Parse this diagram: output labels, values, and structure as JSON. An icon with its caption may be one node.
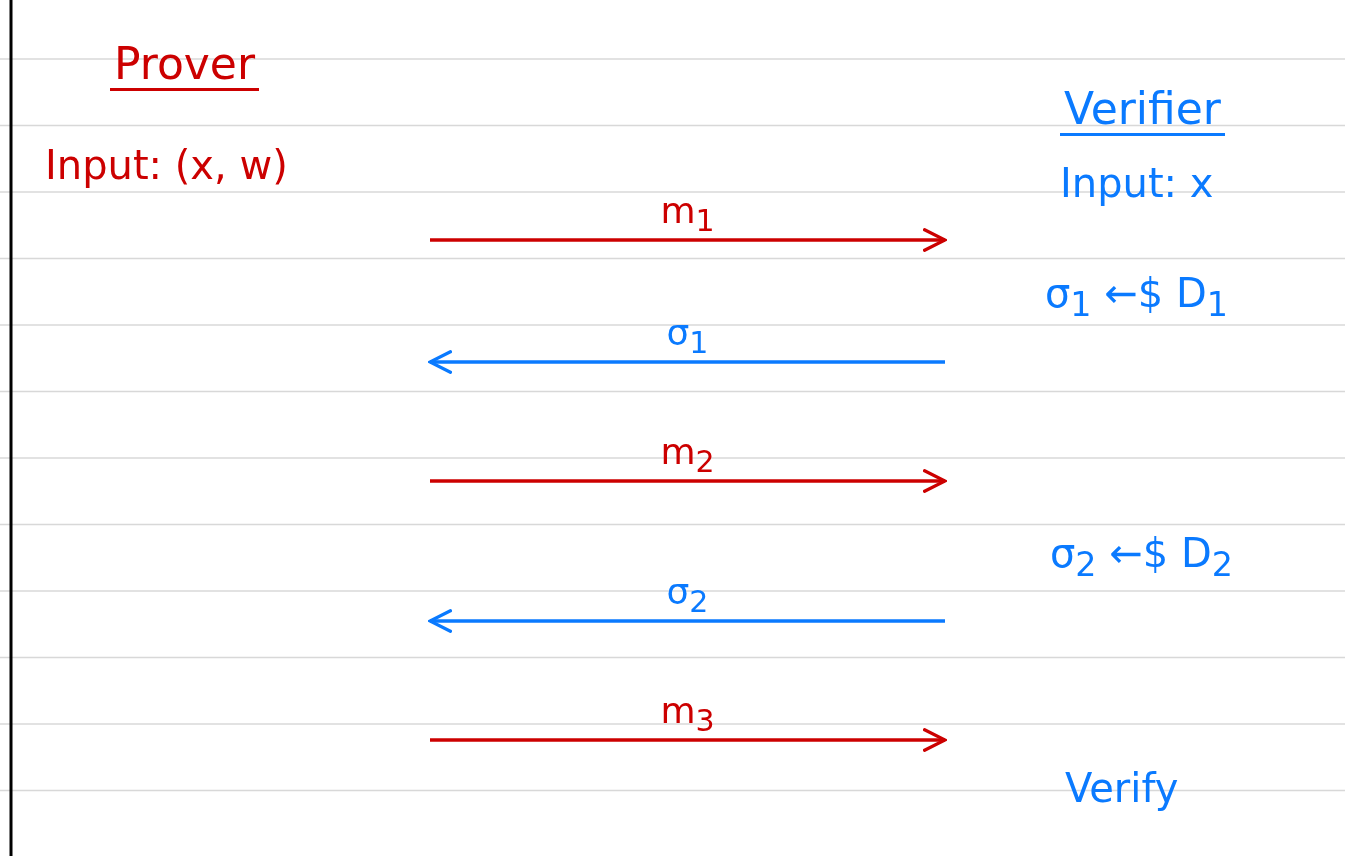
{
  "diagram": {
    "nodes": [
      {
        "text": [
          "Prover",
          "Input: (x, w)"
        ]
      },
      {
        "text": [
          "Verifier",
          "Input: x"
        ]
      }
    ],
    "edges": [
      {
        "from": 0,
        "to": 1,
        "arrow": "to",
        "label": "m$_{1}$"
      },
      {
        "from": 1,
        "to": 0,
        "arrow": "to",
        "label": "σ$_{1}$",
        "color": "#0a7aff"
      },
      {
        "from": 0,
        "to": 1,
        "arrow": "to",
        "label": "m$_{2}$"
      },
      {
        "from": 1,
        "to": 0,
        "arrow": "to",
        "label": "σ$_{2}$",
        "color": "#0a7aff"
      },
      {
        "from": 0,
        "to": 1,
        "arrow": "to",
        "label": "m$_{3}$"
      }
    ],
    "labels": [
      "σ$_{1}$ ←$ D$_{1}$",
      "σ$_{2}$ ←$ D$_{2}$",
      "Verify"
    ]
  }
}
